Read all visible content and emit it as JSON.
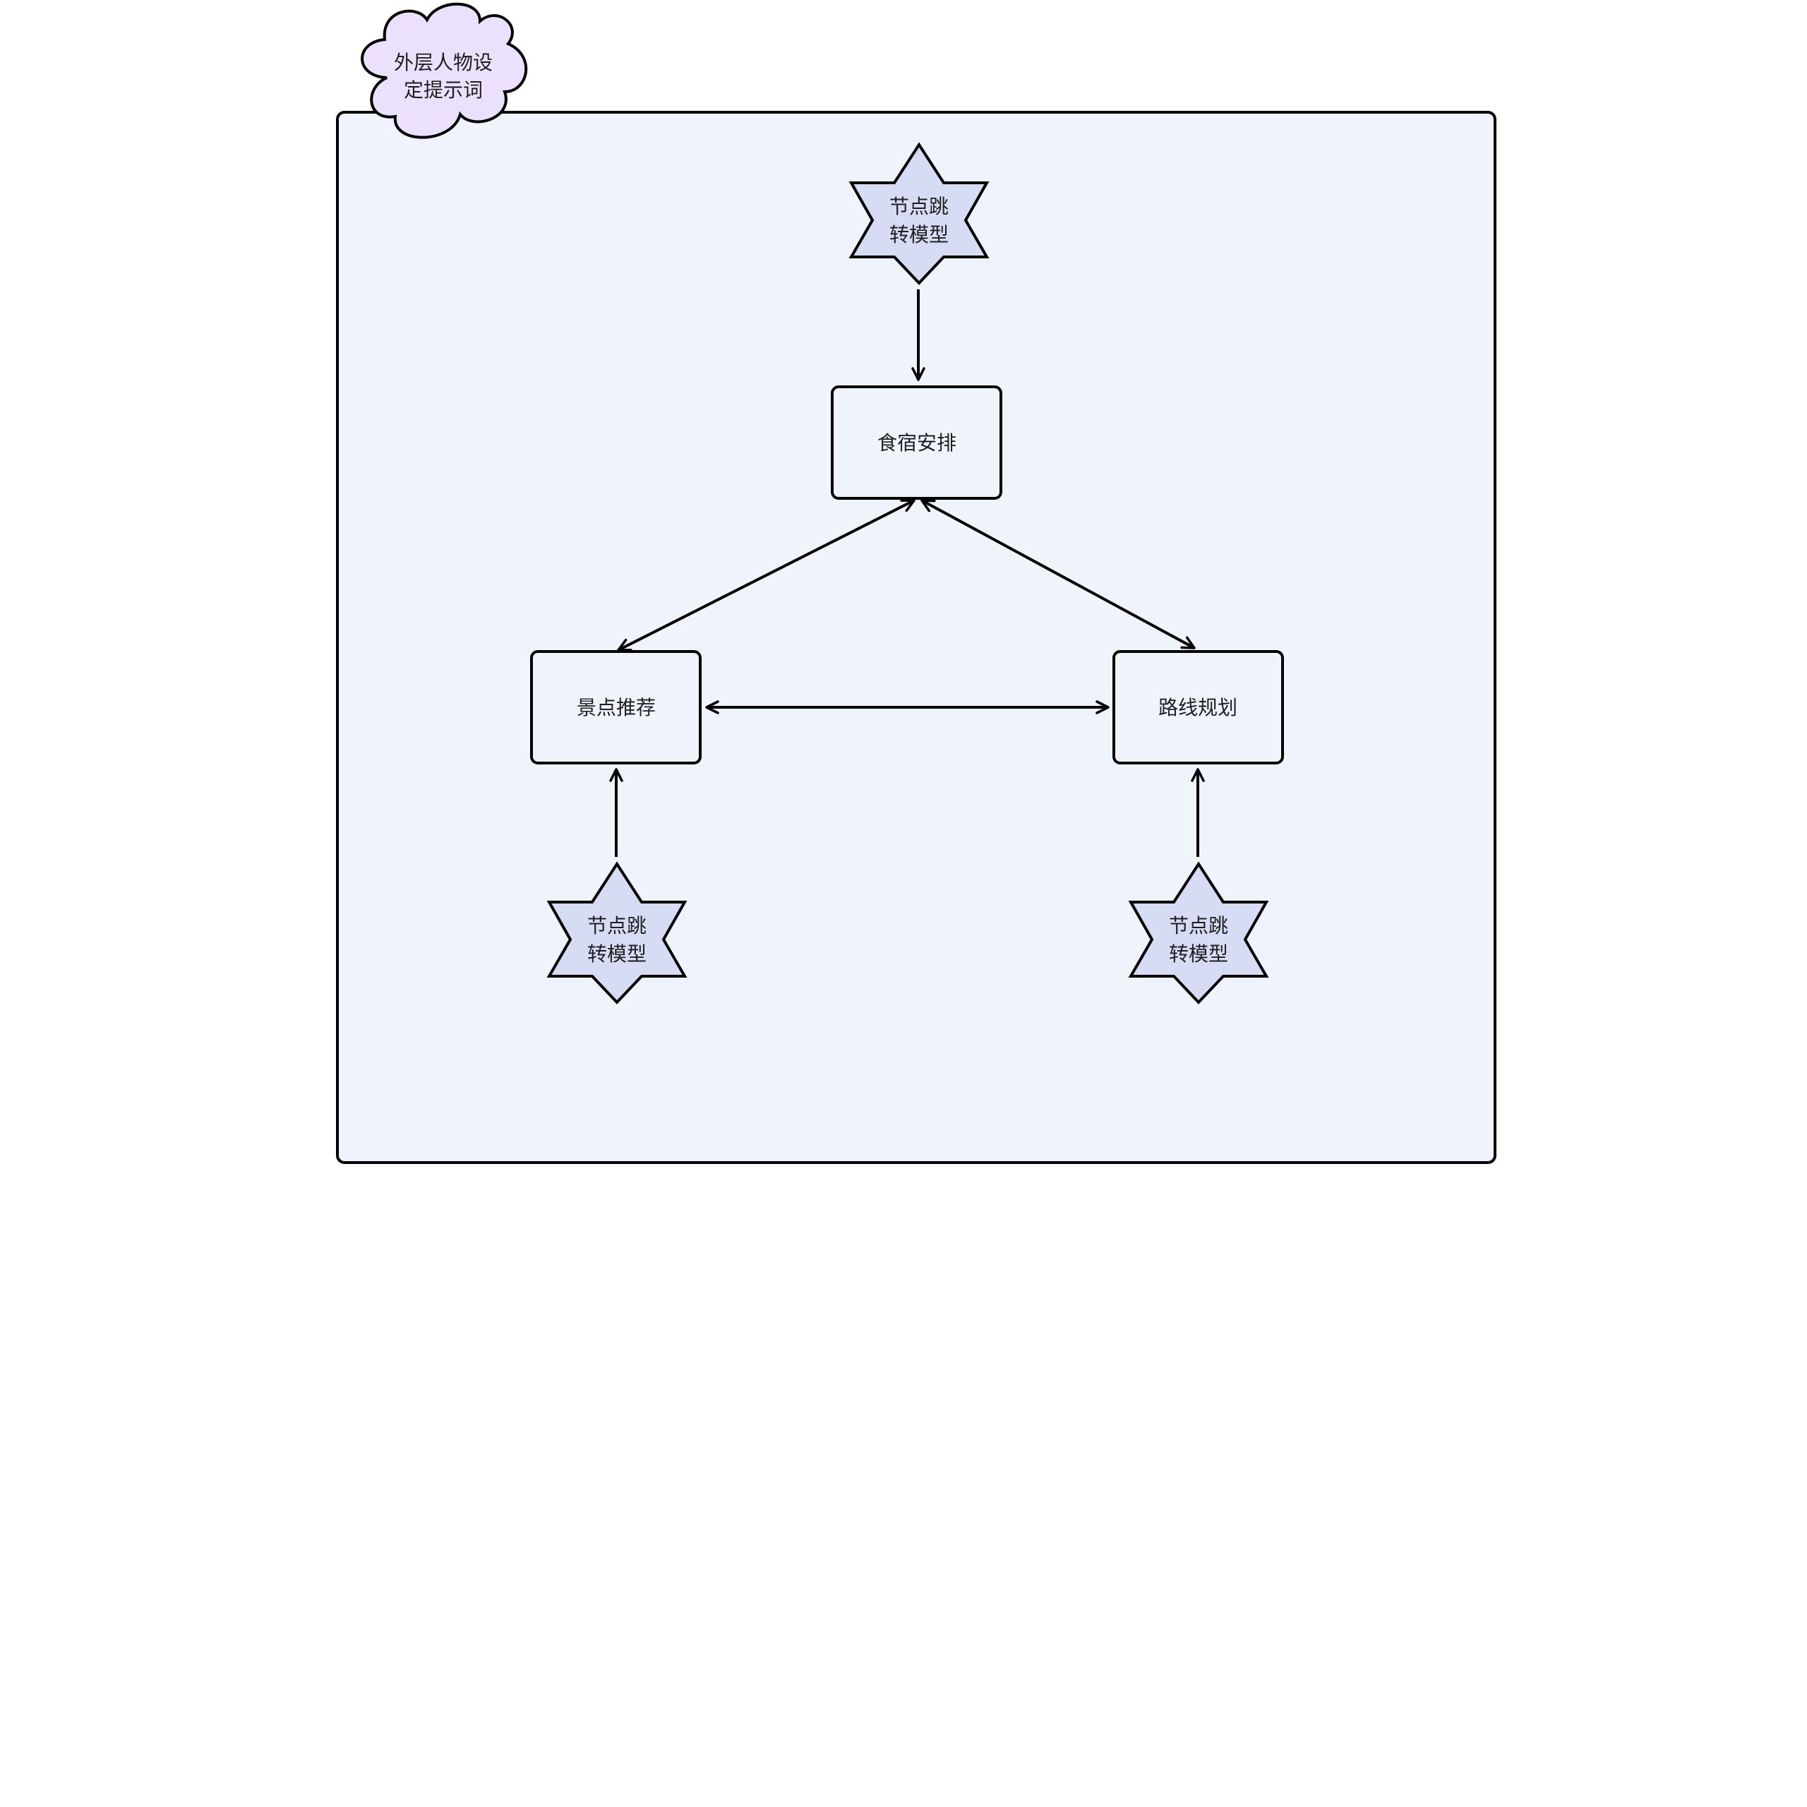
{
  "diagram": {
    "colors": {
      "background": "#ffffff",
      "container_fill": "#eff3fc",
      "cloud_fill": "#ebe1fc",
      "star_fill": "#d7dcf5",
      "box_fill": "#eff3fc",
      "stroke": "#000000"
    },
    "container": {
      "label": "外层人物设定提示词"
    },
    "cloud": {
      "lines": [
        "外层人物设",
        "定提示词"
      ]
    },
    "nodes": {
      "food": {
        "label": "食宿安排"
      },
      "spots": {
        "label": "景点推荐"
      },
      "route": {
        "label": "路线规划"
      }
    },
    "stars": {
      "top": {
        "lines": [
          "节点跳",
          "转模型"
        ]
      },
      "left": {
        "lines": [
          "节点跳",
          "转模型"
        ]
      },
      "right": {
        "lines": [
          "节点跳",
          "转模型"
        ]
      }
    },
    "edges": [
      {
        "from": "star-top",
        "to": "food",
        "arrow": "end"
      },
      {
        "from": "food",
        "to": "spots",
        "arrow": "both"
      },
      {
        "from": "food",
        "to": "route",
        "arrow": "both"
      },
      {
        "from": "spots",
        "to": "route",
        "arrow": "both"
      },
      {
        "from": "star-left",
        "to": "spots",
        "arrow": "end"
      },
      {
        "from": "star-right",
        "to": "route",
        "arrow": "end"
      }
    ]
  }
}
